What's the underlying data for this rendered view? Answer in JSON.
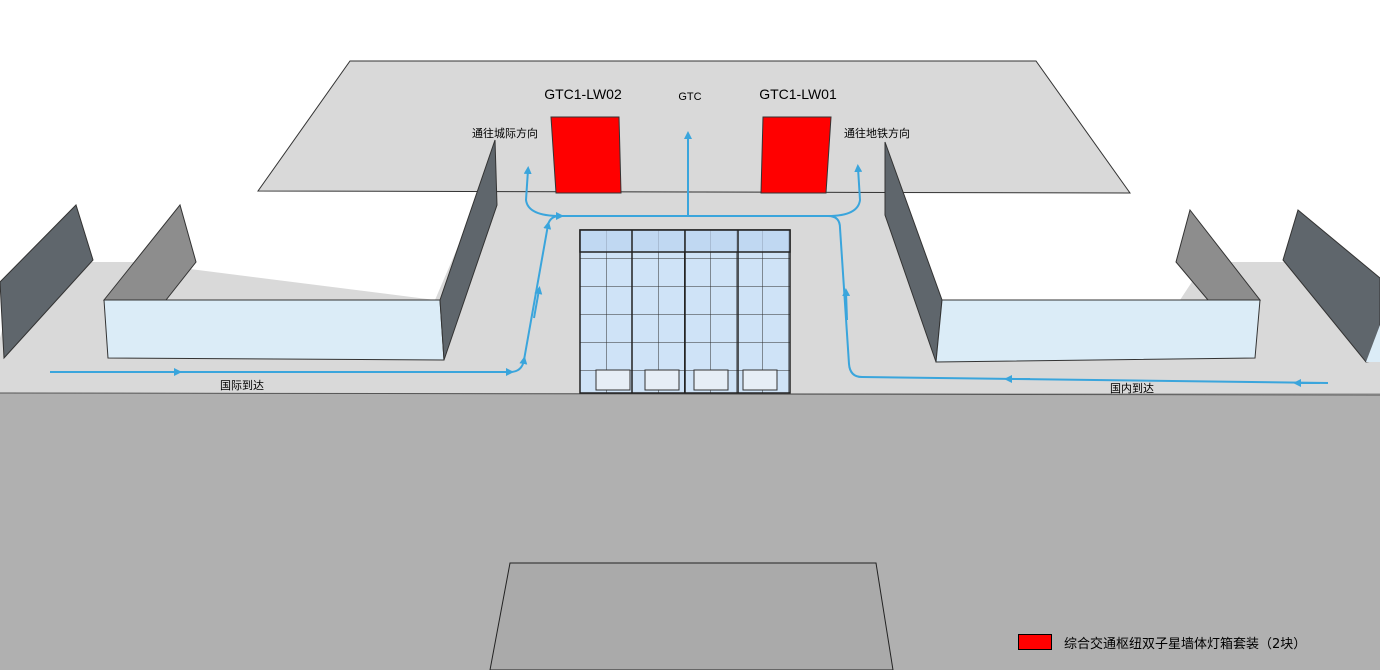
{
  "labels": {
    "lw02": "GTC1-LW02",
    "gtc": "GTC",
    "lw01": "GTC1-LW01",
    "to_intercity": "通往城际方向",
    "to_metro": "通往地铁方向",
    "intl_arrival": "国际到达",
    "domestic_arrival": "国内到达"
  },
  "legend": {
    "text": "综合交通枢纽双子星墙体灯箱套装（2块）",
    "color": "#ff0000"
  },
  "colors": {
    "lightbox": "#ff0000",
    "flow_arrow": "#3aa5dc",
    "floor": "#d9d9d9",
    "ground": "#b0b0b0",
    "wall_dark": "#5f666c",
    "wall_mid": "#8d8d8d",
    "glass": "#dbecf7"
  }
}
